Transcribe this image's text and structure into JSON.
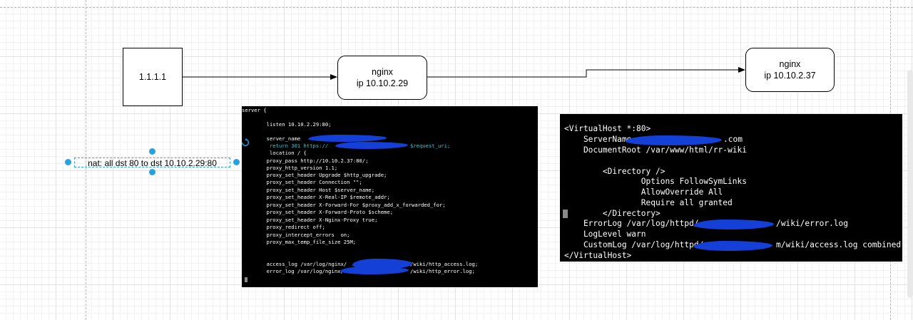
{
  "diagram": {
    "nodes": {
      "client": {
        "label": "1.1.1.1"
      },
      "nginx_front": {
        "title": "nginx",
        "ip": "ip 10.10.2.29"
      },
      "nginx_back": {
        "title": "nginx",
        "ip": "ip 10.10.2.37"
      }
    },
    "nat_label": "nat: all dst 80 to dst 10.10.2.29:80",
    "edges": [
      {
        "from": "client",
        "to": "nginx_front"
      },
      {
        "from": "nginx_front",
        "to": "nginx_back"
      }
    ]
  },
  "nginx_config": {
    "lines": [
      "server {",
      "",
      "        listen 10.10.2.29:80;",
      "",
      "        server_name ",
      "         return 301 https://",
      "         location / {",
      "        proxy_pass http://10.10.2.37:80/;",
      "        proxy_http_version 1.1;",
      "        proxy_set_header Upgrade $http_upgrade;",
      "        proxy_set_header Connection \"\";",
      "        proxy_set_header Host $server_name;",
      "        proxy_set_header X-Real-IP $remote_addr;",
      "        proxy_set_header X-Forward-For $proxy_add_x_forwarded_for;",
      "        proxy_set_header X-Forward-Proto $scheme;",
      "        proxy_set_header X-Nginx-Proxy true;",
      "        proxy_redirect off;",
      "        proxy_intercept_errors  on;",
      "        proxy_max_temp_file_size 25M;",
      "",
      "",
      "        access_log /var/log/nginx/",
      "        error_log /var/log/nginx/"
    ],
    "return_suffix": "$request_uri;",
    "access_suffix": "/wiki/http_access.log;",
    "error_suffix": "/wiki/http_error.log;"
  },
  "apache_config": {
    "lines": [
      "<VirtualHost *:80>",
      "    ServerName",
      "    DocumentRoot /var/www/html/rr-wiki",
      "",
      "        <Directory />",
      "                Options FollowSymLinks",
      "                AllowOverride All",
      "                Require all granted",
      "        </Directory>",
      "    ErrorLog /var/log/httpd/",
      "    LogLevel warn",
      "    CustomLog /var/log/httpd/",
      "</VirtualHost>"
    ],
    "servername_suffix": ".com",
    "errorlog_suffix": "/wiki/error.log",
    "customlog_suffix": "m/wiki/access.log combined"
  },
  "colors": {
    "handle": "#27a2df",
    "redaction": "#1440d8",
    "terminal_bg": "#000000",
    "cyan_text": "#35c8d6"
  },
  "icons": [
    "refresh-icon"
  ]
}
